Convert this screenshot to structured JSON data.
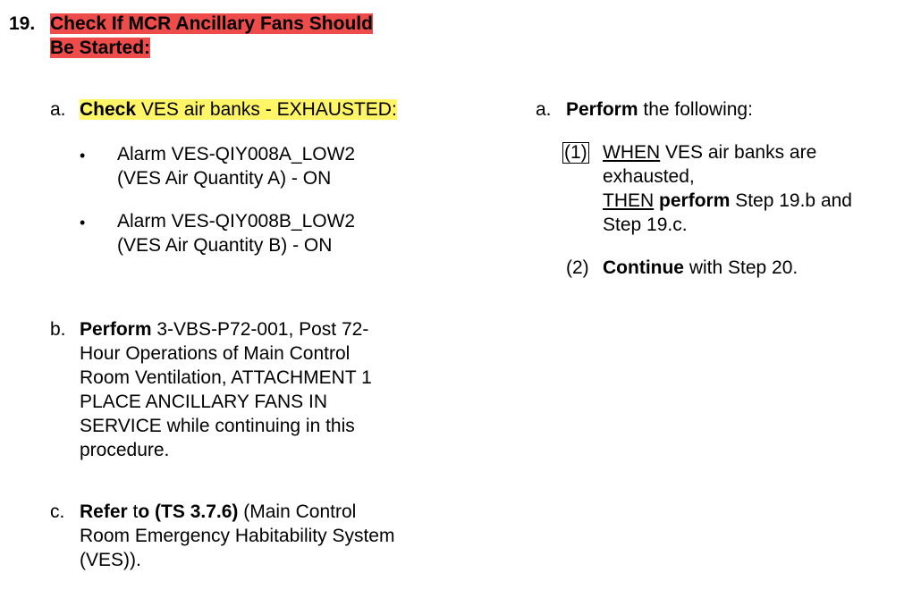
{
  "step": {
    "number": "19.",
    "title_line1": "Check If MCR Ancillary Fans Should",
    "title_line2": "Be Started:"
  },
  "left": {
    "a": {
      "letter": "a.",
      "verb": "Check",
      "rest": " VES air banks - EXHAUSTED:",
      "bullets": [
        {
          "line1": "Alarm VES-QIY008A_LOW2",
          "line2": "(VES Air Quantity A) - ON"
        },
        {
          "line1": "Alarm VES-QIY008B_LOW2",
          "line2": "(VES Air Quantity B) - ON"
        }
      ],
      "bullet_symbol": "•"
    },
    "b": {
      "letter": "b.",
      "verb": "Perform",
      "line1_rest": " 3-VBS-P72-001, Post 72-",
      "lines": [
        "Hour Operations of Main Control",
        "Room Ventilation, ATTACHMENT 1",
        "PLACE ANCILLARY FANS IN",
        "SERVICE while continuing in this",
        "procedure."
      ]
    },
    "c": {
      "letter": "c.",
      "verb": "Refer",
      "to_t": " t",
      "to_o": "o ",
      "ts": "(TS 3.7.6)",
      "line1_rest": " (Main Control",
      "lines": [
        "Room Emergency Habitability System",
        "(VES))."
      ]
    }
  },
  "right": {
    "a": {
      "letter": "a.",
      "verb": "Perform",
      "rest": " the following:",
      "sub1": {
        "num": "(1)",
        "when": "WHEN",
        "line1_rest": " VES air banks are",
        "line2": "exhausted,",
        "then": "THEN",
        "perform": "perform",
        "line3_rest": " Step 19.b and",
        "line4": "Step 19.c."
      },
      "sub2": {
        "num": "(2)",
        "verb": "Continue",
        "rest": " with Step 20."
      }
    }
  }
}
